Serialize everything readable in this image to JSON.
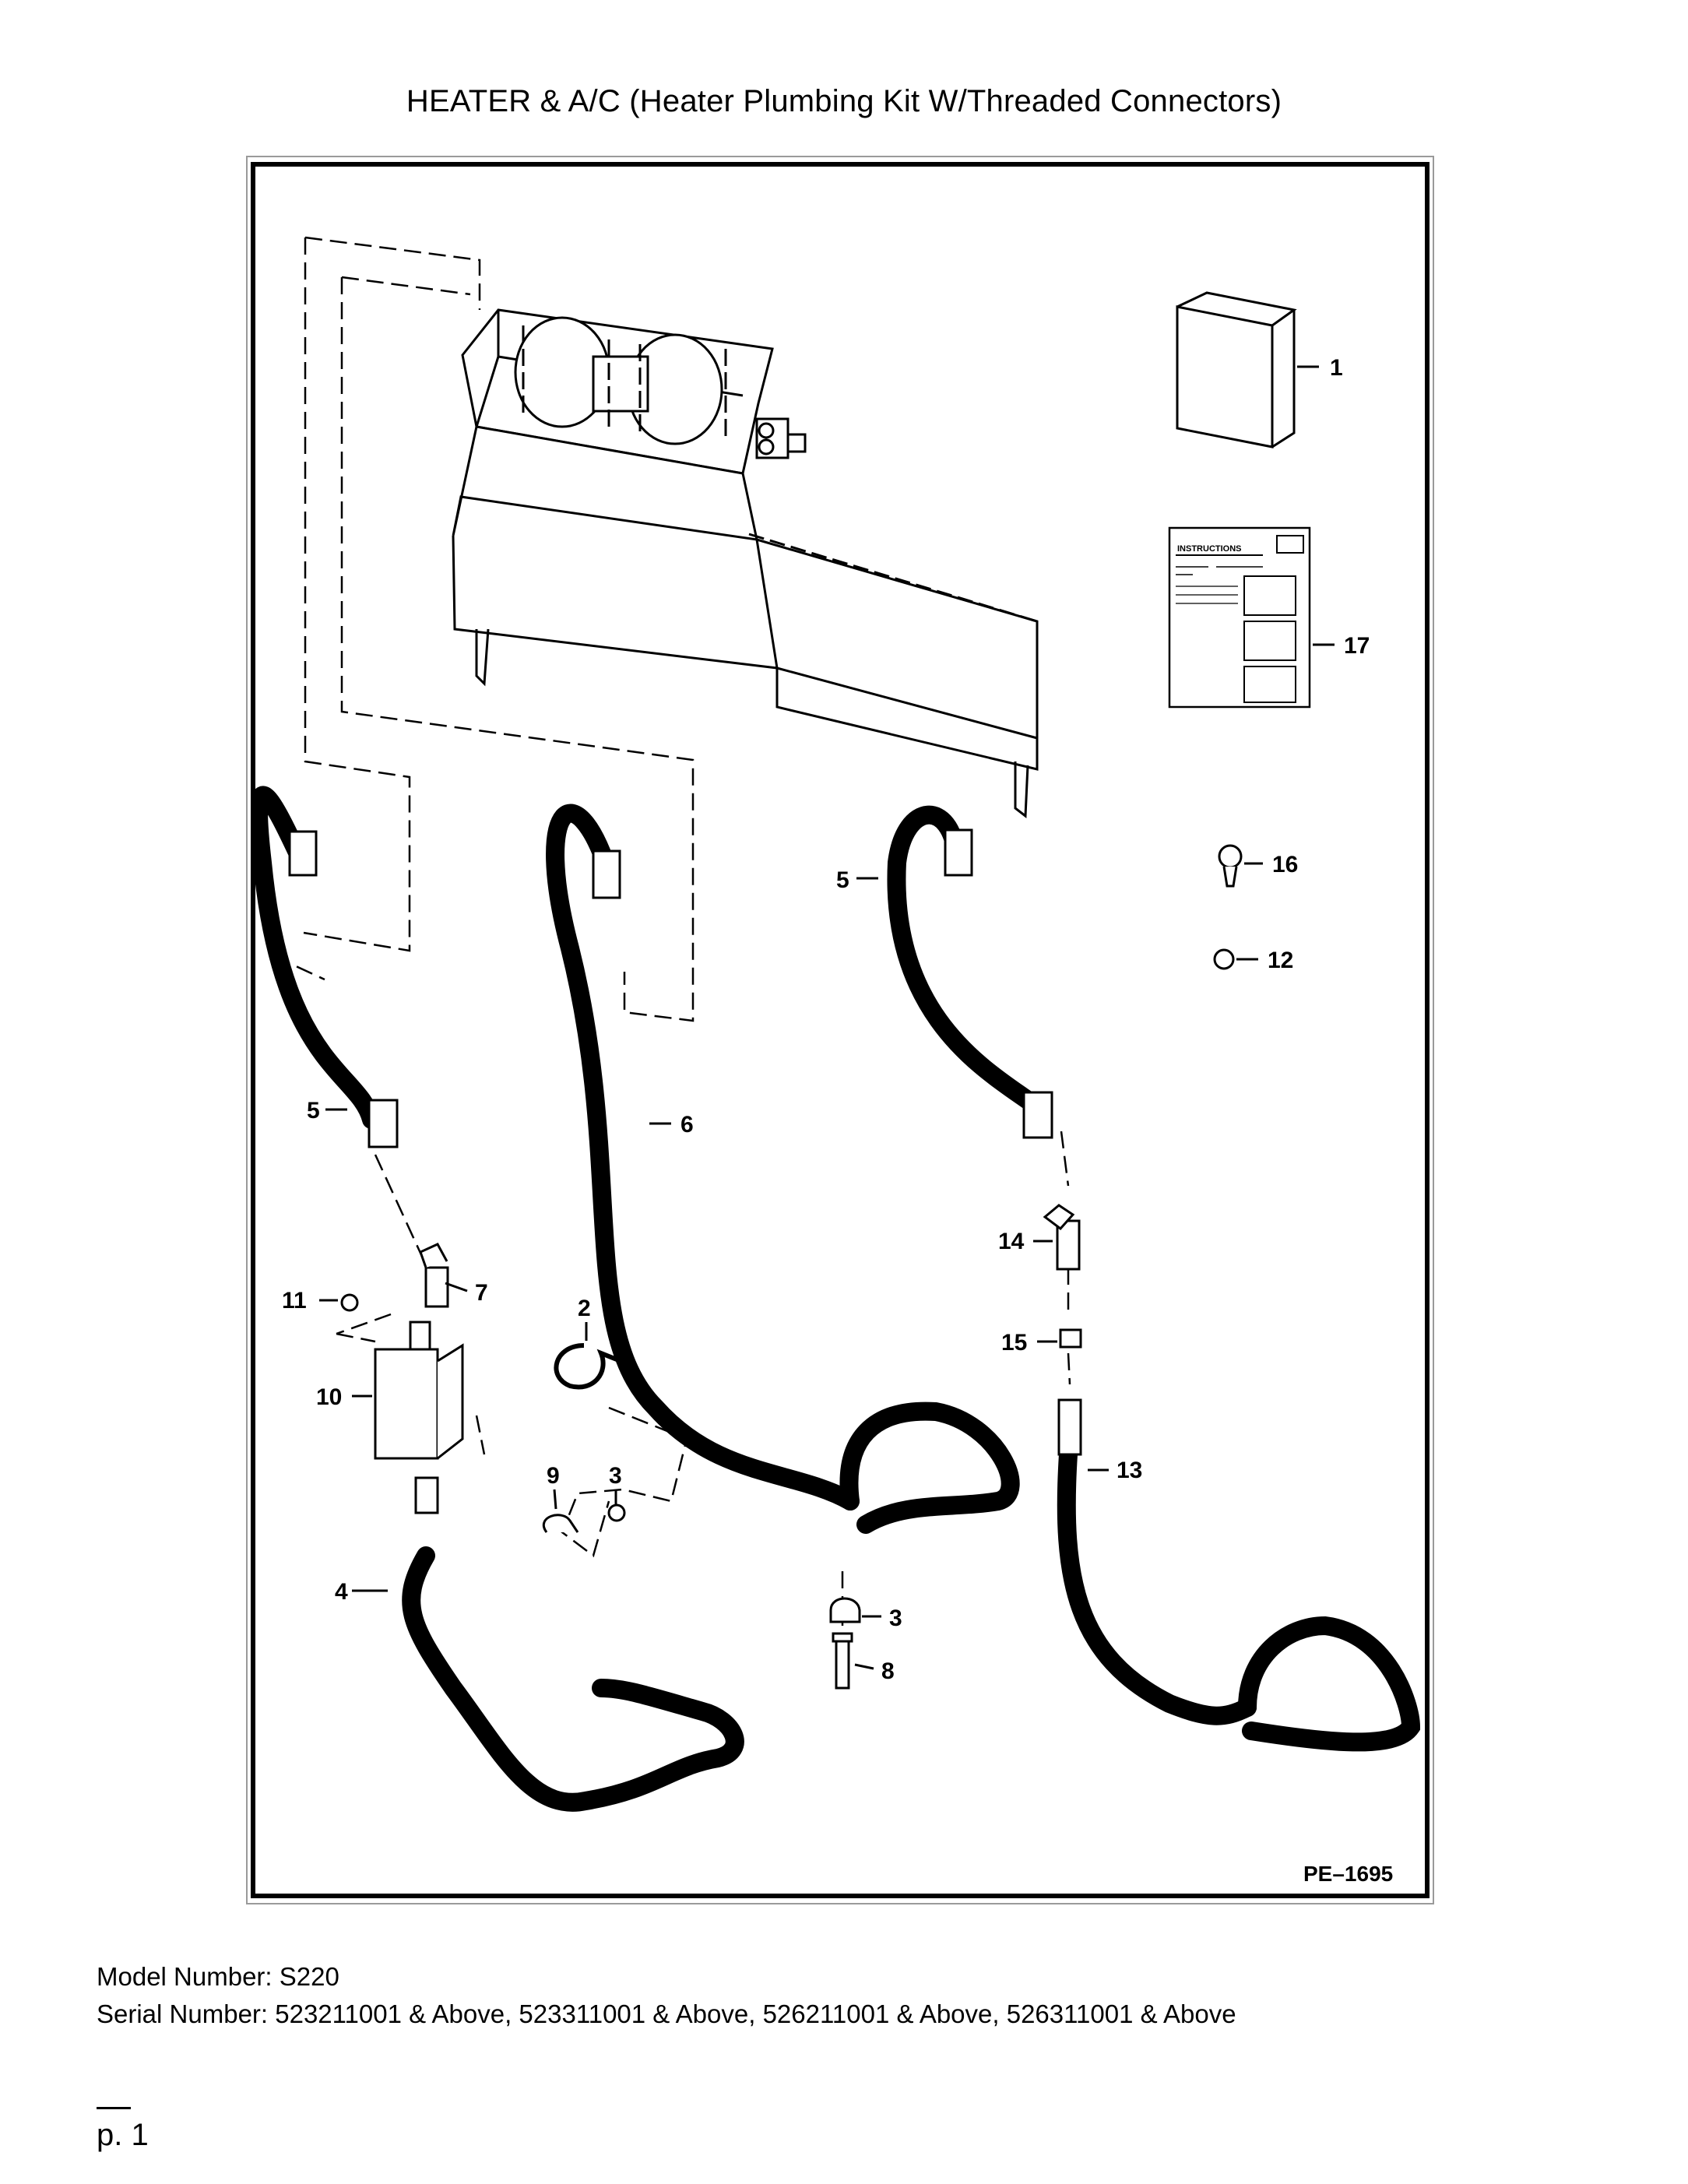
{
  "title": "HEATER & A/C (Heater Plumbing Kit W/Threaded Connectors)",
  "drawing_number": "PE–1695",
  "callouts": {
    "c1": "1",
    "c17": "17",
    "c16": "16",
    "c12": "12",
    "c5a": "5",
    "c5b": "5",
    "c6": "6",
    "c7": "7",
    "c11": "11",
    "c2": "2",
    "c10": "10",
    "c9": "9",
    "c3a": "3",
    "c3b": "3",
    "c4": "4",
    "c8": "8",
    "c14": "14",
    "c15": "15",
    "c13": "13"
  },
  "instructions_label": "INSTRUCTIONS",
  "model_number": "Model Number: S220",
  "serial_number": "Serial Number: 523211001 & Above, 523311001 & Above, 526211001 & Above, 526311001 & Above",
  "page": "p. 1"
}
